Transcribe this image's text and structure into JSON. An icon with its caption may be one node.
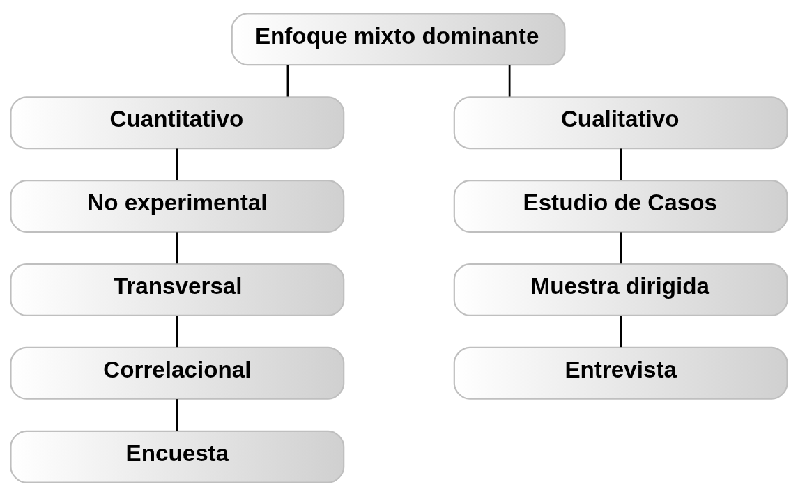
{
  "diagram": {
    "nodes": [
      {
        "text": [
          "Enfoque mixto dominante"
        ]
      },
      {
        "text": [
          "Cuantitativo"
        ]
      },
      {
        "text": [
          "No experimental"
        ]
      },
      {
        "text": [
          "Transversal"
        ]
      },
      {
        "text": [
          "Correlacional"
        ]
      },
      {
        "text": [
          "Encuesta"
        ]
      },
      {
        "text": [
          "Cualitativo"
        ]
      },
      {
        "text": [
          "Estudio de Casos"
        ]
      },
      {
        "text": [
          "Muestra dirigida"
        ]
      },
      {
        "text": [
          "Entrevista"
        ]
      }
    ],
    "edges": [
      {
        "from": 0,
        "to": 1,
        "arrow": "none"
      },
      {
        "from": 0,
        "to": 6,
        "arrow": "none"
      },
      {
        "from": 1,
        "to": 2,
        "arrow": "none"
      },
      {
        "from": 2,
        "to": 3,
        "arrow": "none"
      },
      {
        "from": 3,
        "to": 4,
        "arrow": "none"
      },
      {
        "from": 4,
        "to": 5,
        "arrow": "none"
      },
      {
        "from": 6,
        "to": 7,
        "arrow": "none"
      },
      {
        "from": 7,
        "to": 8,
        "arrow": "none"
      },
      {
        "from": 8,
        "to": 9,
        "arrow": "none"
      }
    ]
  }
}
